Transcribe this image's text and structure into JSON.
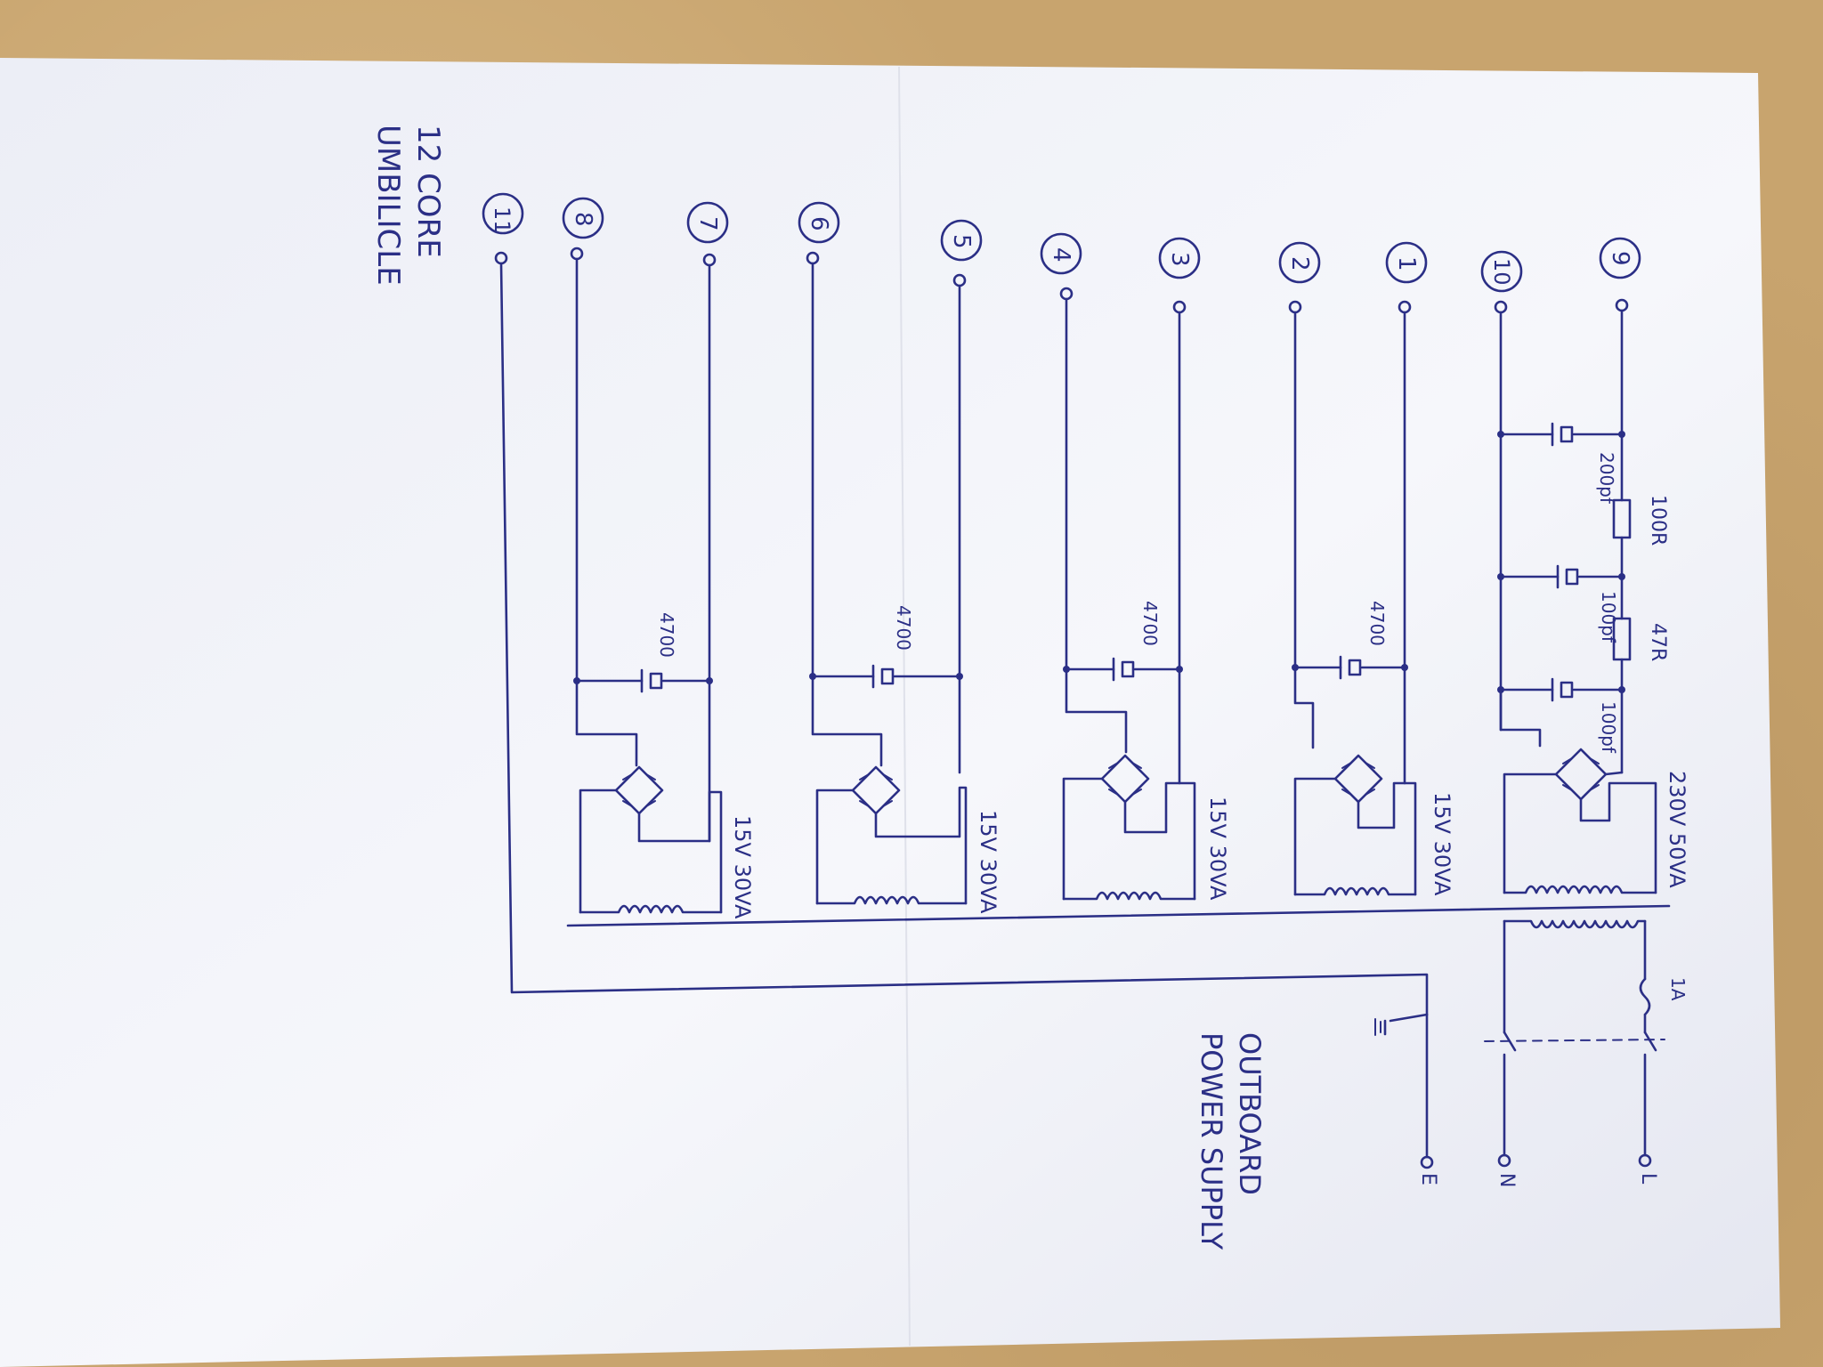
{
  "title_lines": [
    "OUTBOARD",
    "POWER SUPPLY"
  ],
  "umbilical_lines": [
    "12 CORE",
    "UMBILICLE"
  ],
  "terminals": {
    "live": "L",
    "neutral": "N",
    "earth": "E"
  },
  "fuse_label": "1A",
  "pin_labels": [
    "9",
    "10",
    "1",
    "2",
    "3",
    "4",
    "5",
    "6",
    "7",
    "8",
    "11"
  ],
  "filter": {
    "resistor_1": "100R",
    "resistor_2": "47R",
    "cap_1": "200pf",
    "cap_2": "100pf",
    "cap_3": "100pf"
  },
  "transformers": [
    {
      "rating": "230V 50VA"
    },
    {
      "rating": "15V 30VA",
      "cap": "4700"
    },
    {
      "rating": "15V 30VA",
      "cap": "4700"
    },
    {
      "rating": "15V 30VA",
      "cap": "4700"
    },
    {
      "rating": "15V 30VA",
      "cap": "4700"
    }
  ],
  "colors": {
    "ink": "#2b2f86",
    "paper": "#f4f5fa",
    "background": "#c8a46e"
  }
}
